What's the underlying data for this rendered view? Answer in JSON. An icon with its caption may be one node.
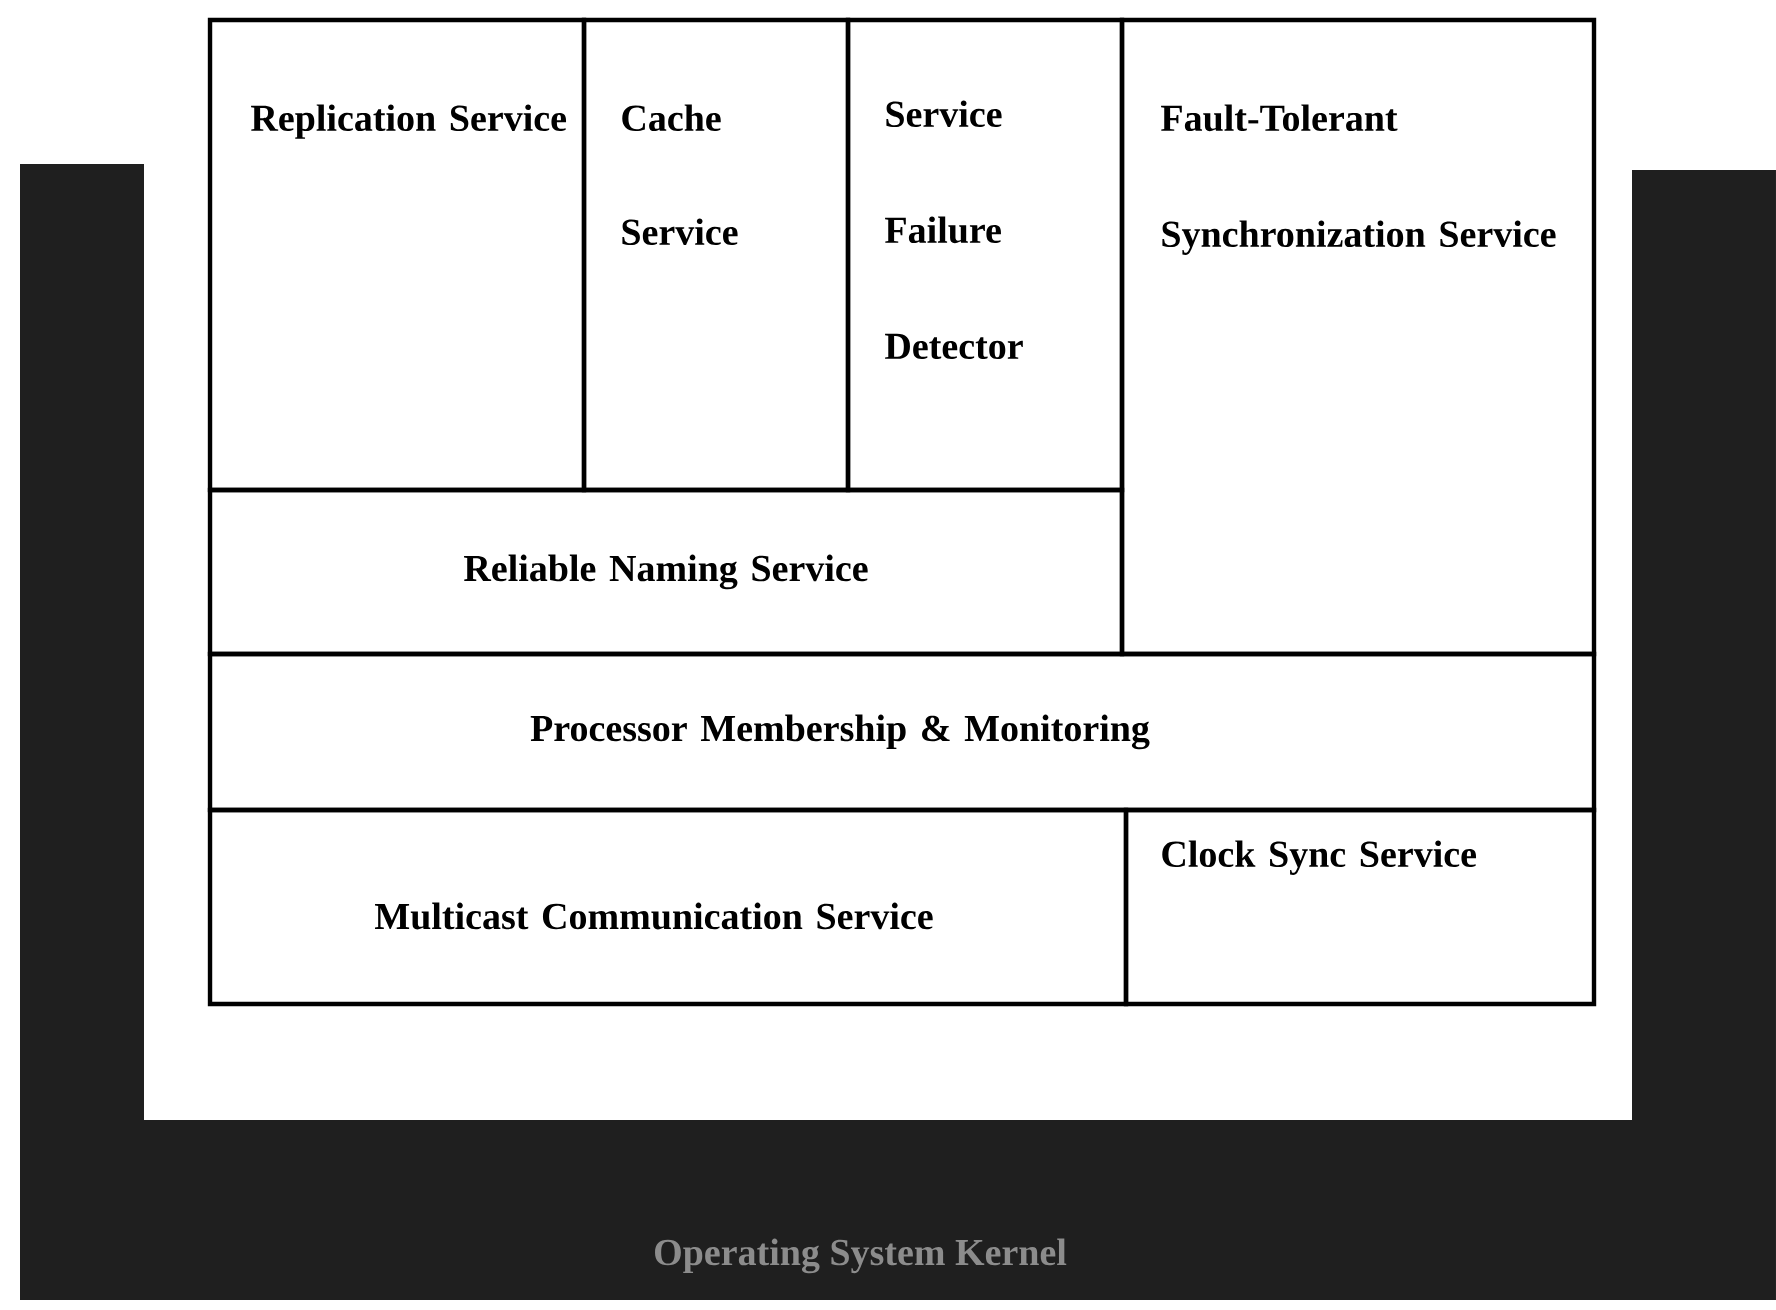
{
  "diagram": {
    "nodes": [
      {
        "text": [
          "Replication Service"
        ]
      },
      {
        "text": [
          "Cache Service"
        ]
      },
      {
        "text": [
          "Service Failure Detector"
        ]
      },
      {
        "text": [
          "Fault-Tolerant Synchronization Service"
        ]
      },
      {
        "text": [
          "Reliable Naming Service"
        ]
      },
      {
        "text": [
          "Processor Membership & Monitoring"
        ]
      },
      {
        "text": [
          "Multicast Communication Service"
        ]
      },
      {
        "text": [
          "Clock Sync Service"
        ]
      },
      {
        "text": [
          "Operating System Kernel"
        ]
      }
    ]
  }
}
